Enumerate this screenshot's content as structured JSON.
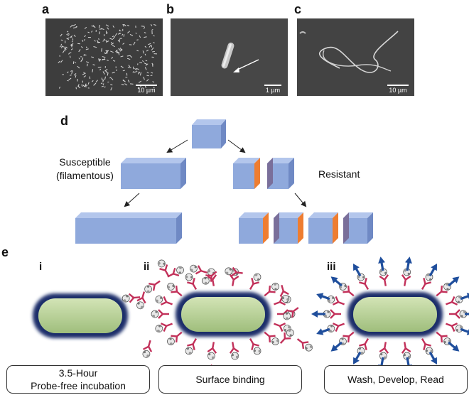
{
  "panels": {
    "a": {
      "letter": "a",
      "scale": "10 µm"
    },
    "b": {
      "letter": "b",
      "scale": "1 µm"
    },
    "c": {
      "letter": "c",
      "scale": "10 µm"
    },
    "d": {
      "letter": "d",
      "susceptible_line1": "Susceptible",
      "susceptible_line2": "(filamentous)",
      "resistant": "Resistant"
    },
    "e": {
      "letter": "e",
      "steps": [
        {
          "numeral": "i",
          "caption_line1": "3.5-Hour",
          "caption_line2": "Probe-free incubation"
        },
        {
          "numeral": "ii",
          "caption_line1": "Surface binding"
        },
        {
          "numeral": "iii",
          "caption_line1": "Wash, Develop, Read"
        }
      ]
    }
  },
  "colors": {
    "cube_front": "#8fa9dc",
    "cube_top": "#b3c6ec",
    "cube_side": "#6f89c4",
    "septum": "#ee7d31",
    "bacterium_fill": "#b9d39a",
    "bacterium_rim": "#1c2d6b",
    "antibody": "#c2315a",
    "arrow_blue": "#1f4e9c",
    "sem_bg": "#3d3d3d"
  }
}
